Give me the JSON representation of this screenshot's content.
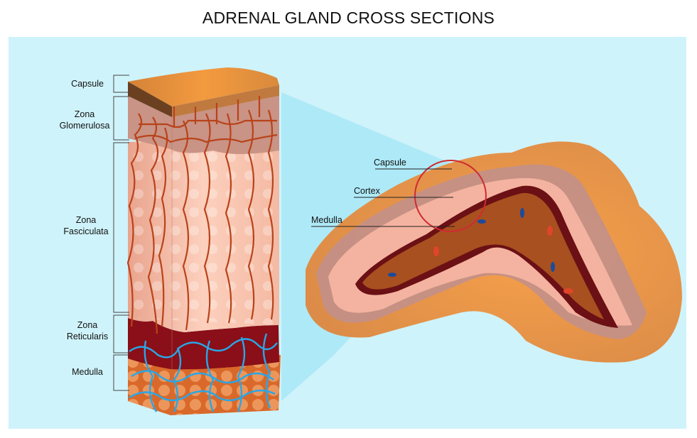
{
  "title": "ADRENAL GLAND CROSS SECTIONS",
  "block_labels": {
    "capsule": "Capsule",
    "zona_glomerulosa": [
      "Zona",
      "Glomerulosa"
    ],
    "zona_fasciculata": [
      "Zona",
      "Fasciculata"
    ],
    "zona_reticularis": [
      "Zona",
      "Reticularis"
    ],
    "medulla": "Medulla"
  },
  "gland_labels": {
    "capsule": "Capsule",
    "cortex": "Cortex",
    "medulla": "Medulla"
  },
  "colors": {
    "background_panel": "#cff3fb",
    "capsule": "#d98a3c",
    "fasciculata": "#f6c0aa",
    "reticularis": "#8a0f18",
    "medulla": "#e0772a",
    "vessels_red": "#b8431a",
    "vessels_blue": "#2aa6e6",
    "highlight_circle": "#d02a32"
  }
}
